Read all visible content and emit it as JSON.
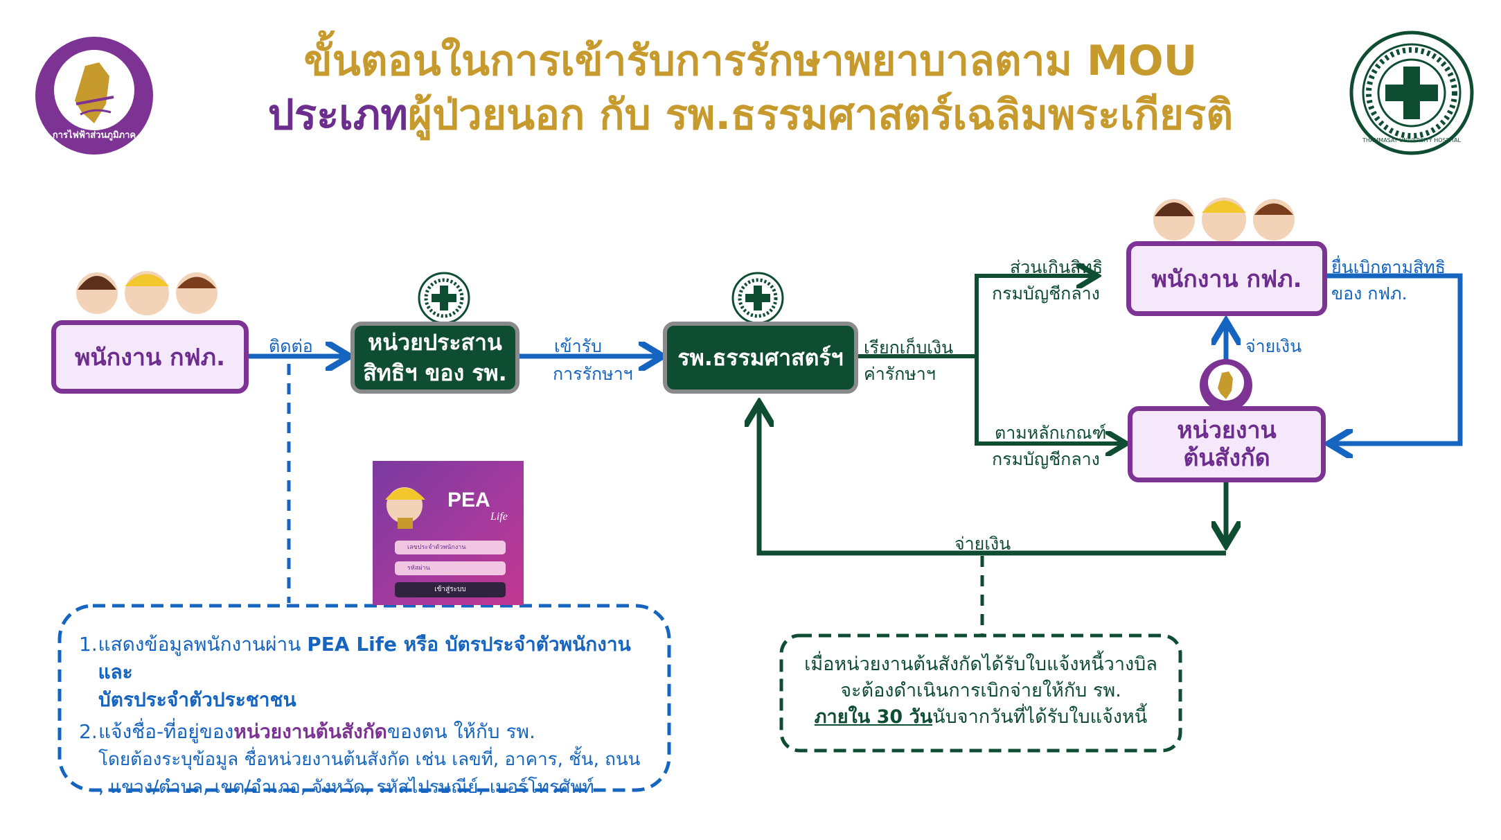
{
  "title": {
    "line1": {
      "gold": "ขั้นตอนในการเข้ารับการรักษาพยาบาลตาม MOU"
    },
    "line2": {
      "purple_a": "ประเภท",
      "gold": "ผู้ป่วยนอก กับ รพ.ธรรมศาสตร์เฉลิมพระเกียรติ"
    }
  },
  "logos": {
    "pea": {
      "icon": "pea-seal-logo",
      "caption": "การไฟฟ้าส่วนภูมิภาค"
    },
    "hospital": {
      "icon": "thammasat-hospital-logo",
      "caption": "THAMMASAT UNIVERSITY HOSPITAL"
    }
  },
  "nodes": {
    "employee_left": "พนักงาน กฟภ.",
    "coordination_line1": "หน่วยประสาน",
    "coordination_line2": "สิทธิฯ ของ รพ.",
    "hospital": "รพ.ธรรมศาสตร์ฯ",
    "employee_right": "พนักงาน กฟภ.",
    "unit_line1": "หน่วยงาน",
    "unit_line2": "ต้นสังกัด"
  },
  "edges": {
    "contact": "ติดต่อ",
    "receive_treatment_1": "เข้ารับ",
    "receive_treatment_2": "การรักษาฯ",
    "collect_1": "เรียกเก็บเงิน",
    "collect_2": "ค่ารักษาฯ",
    "excess_1": "ส่วนเกินสิทธิ",
    "excess_2": "กรมบัญชีกลาง",
    "criteria_1": "ตามหลักเกณฑ์",
    "criteria_2": "กรมบัญชีกลาง",
    "claim_1": "ยื่นเบิกตามสิทธิ",
    "claim_2": "ของ กฟภ.",
    "pay_up": "จ่ายเงิน",
    "pay_bottom": "จ่ายเงิน"
  },
  "app": {
    "name": "PEA",
    "suffix": "Life",
    "username_placeholder": "เลขประจำตัวพนักงาน",
    "password_placeholder": "รหัสผ่าน",
    "login_button": "เข้าสู่ระบบ"
  },
  "note_left": {
    "item1_num": "1.",
    "item1_a": "แสดงข้อมูลพนักงานผ่าน ",
    "item1_b": "PEA Life หรือ บัตรประจำตัวพนักงาน และ",
    "item1_c": "บัตรประจำตัวประชาชน",
    "item2_num": "2.",
    "item2_a": "แจ้งชื่อ-ที่อยู่ของ",
    "item2_b": "หน่วยงานต้นสังกัด",
    "item2_c": "ของตน ให้กับ รพ.",
    "item2_d": "โดยต้องระบุข้อมูล ชื่อหน่วยงานต้นสังกัด เช่น เลขที่, อาคาร, ชั้น, ถนน",
    "item2_e": ", แขวง/ตำบล, เขต/อำเภอ, จังหวัด, รหัสไปรษณีย์, เบอร์โทรศัพท์"
  },
  "note_right": {
    "line1": "เมื่อหน่วยงานต้นสังกัดได้รับใบแจ้งหนี้วางบิล",
    "line2": "จะต้องดำเนินการเบิกจ่ายให้กับ รพ.",
    "line3_bold": "ภายใน 30 วัน",
    "line3_rest": "นับจากวันที่ได้รับใบแจ้งหนี้"
  },
  "colors": {
    "purple": "#7d3393",
    "gold": "#c79a2e",
    "dark_green": "#0f4d33",
    "blue": "#1565c0",
    "light_purple": "#f6e8fb"
  }
}
